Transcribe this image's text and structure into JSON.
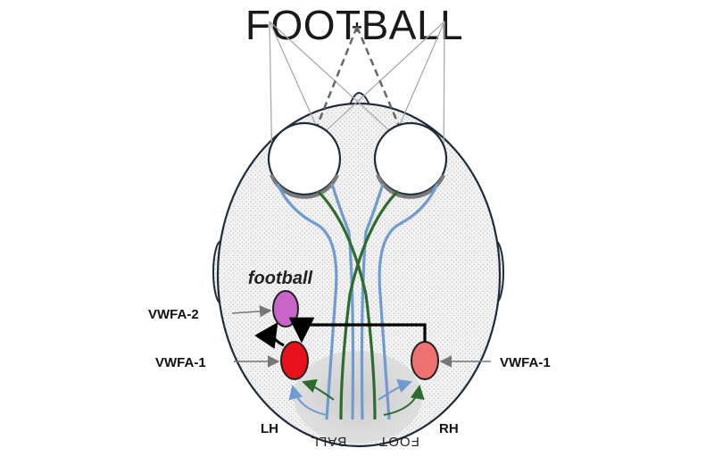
{
  "title": "FOOTBALL",
  "fixation_mark": "+",
  "word_label": "football",
  "labels": {
    "vwfa2_left": "VWFA-2",
    "vwfa1_left": "VWFA-1",
    "vwfa1_right": "VWFA-1",
    "left_hemisphere": "LH",
    "right_hemisphere": "RH"
  },
  "retinal_image": {
    "left_half": "FOOT",
    "right_half": "BALL"
  },
  "colors": {
    "head_fill": "#ededed",
    "outline": "#1d2b3a",
    "optic_blue": "#6f9bd1",
    "optic_green": "#2e6b2e",
    "vwfa2": "#c964c9",
    "vwfa1_left": "#e8111b",
    "vwfa1_right": "#ef7272",
    "connector": "#000000",
    "pointer": "#777777"
  }
}
